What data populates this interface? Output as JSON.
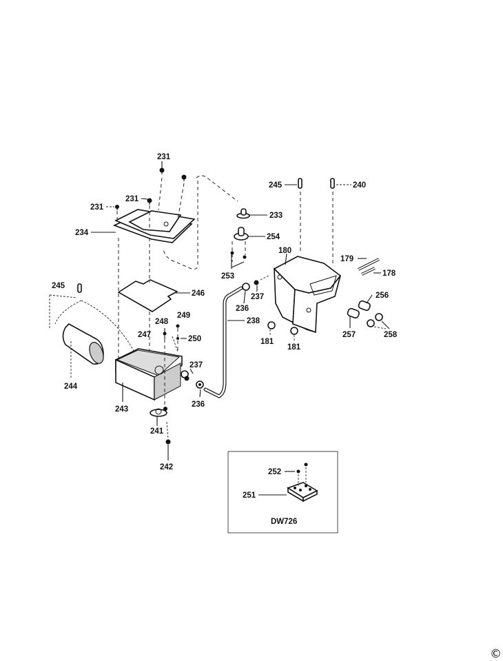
{
  "diagram": {
    "type": "exploded-parts-diagram",
    "callouts": {
      "c231a": "231",
      "c231b": "231",
      "c231c": "231",
      "c234": "234",
      "c245a": "245",
      "c245b": "245",
      "c240": "240",
      "c233": "233",
      "c254": "254",
      "c253": "253",
      "c180": "180",
      "c179": "179",
      "c178": "178",
      "c246": "246",
      "c237a": "237",
      "c236a": "236",
      "c238": "238",
      "c181a": "181",
      "c181b": "181",
      "c256": "256",
      "c257": "257",
      "c258": "258",
      "c248": "248",
      "c249": "249",
      "c247": "247",
      "c250": "250",
      "c244": "244",
      "c243": "243",
      "c237b": "237",
      "c236b": "236",
      "c241": "241",
      "c242": "242",
      "c252": "252",
      "c251": "251"
    },
    "inset": {
      "model_label": "DW726"
    },
    "copyright": "©"
  }
}
